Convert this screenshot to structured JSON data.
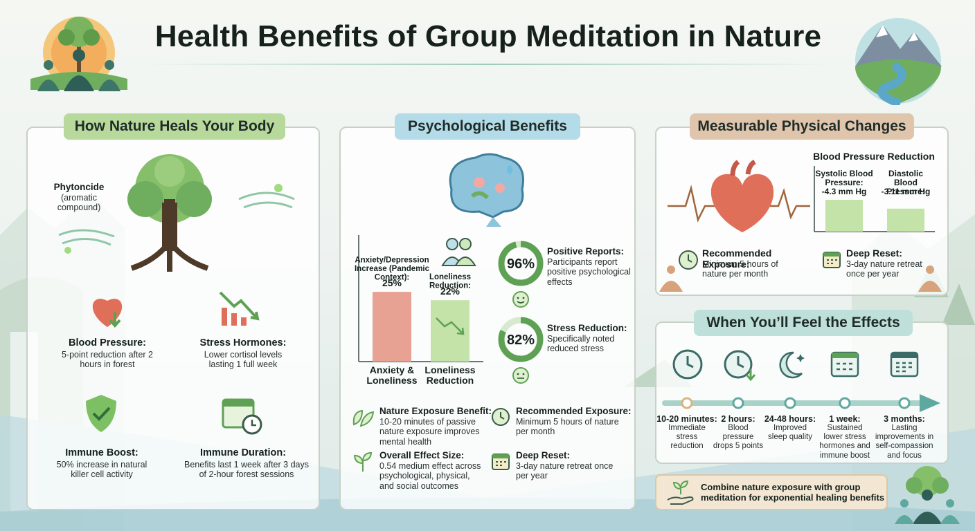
{
  "header": {
    "title": "Health Benefits of Group Meditation in Nature"
  },
  "body_panel": {
    "title": "How Nature Heals Your Body",
    "phytoncide": {
      "title": "Phytoncide",
      "desc": "(aromatic compound)"
    },
    "items": [
      {
        "icon": "heart-down-icon",
        "title": "Blood Pressure:",
        "desc": "5-point reduction after 2 hours in forest"
      },
      {
        "icon": "chart-down-icon",
        "title": "Stress Hormones:",
        "desc": "Lower cortisol levels lasting 1 full week"
      },
      {
        "icon": "shield-check-icon",
        "title": "Immune Boost:",
        "desc": "50% increase in natural killer cell activity"
      },
      {
        "icon": "calendar-clock-icon",
        "title": "Immune Duration:",
        "desc": "Benefits last 1 week after 3 days of 2-hour forest sessions"
      }
    ]
  },
  "psych_panel": {
    "title": "Psychological Benefits",
    "chart_data": {
      "type": "bar",
      "categories": [
        "Anxiety & Loneliness",
        "Loneliness Reduction"
      ],
      "values": [
        25,
        22
      ],
      "value_labels": [
        "25%",
        "22%"
      ],
      "bar_titles": [
        "Anxiety/Depression Increase (Pandemic Context):",
        "Loneliness Reduction:"
      ],
      "colors": [
        "#e8a293",
        "#c3e3a8"
      ],
      "ylim": [
        0,
        32
      ]
    },
    "rings": [
      {
        "value": 96,
        "label": "96%",
        "title": "Positive Reports:",
        "desc": "Participants report positive psychological effects",
        "face": "smile-icon"
      },
      {
        "value": 82,
        "label": "82%",
        "title": "Stress Reduction:",
        "desc": "Specifically noted reduced stress",
        "face": "neutral-face-icon"
      }
    ],
    "facts": [
      {
        "icon": "leaves-icon",
        "title": "Nature Exposure Benefit:",
        "desc": "10-20 minutes of passive nature exposure improves mental health"
      },
      {
        "icon": "clock-icon",
        "title": "Recommended Exposure:",
        "desc": "Minimum 5 hours of nature per month"
      },
      {
        "icon": "sprout-icon",
        "title": "Overall Effect Size:",
        "desc": "0.54 medium effect across psychological, physical, and social outcomes"
      },
      {
        "icon": "calendar-icon",
        "title": "Deep Reset:",
        "desc": "3-day nature retreat once per year"
      }
    ]
  },
  "physical_panel": {
    "title": "Measurable Physical Changes",
    "chart_data": {
      "type": "bar",
      "title": "Blood Pressure Reduction",
      "categories": [
        "Systolic Blood Pressure:",
        "Diastolic Blood Pressure:"
      ],
      "values": [
        -4.3,
        -3.11
      ],
      "value_labels": [
        "-4.3 mm Hg",
        "-3.11 mm Hg"
      ],
      "unit": "mm Hg",
      "colors": [
        "#c3e3a8",
        "#c3e3a8"
      ]
    },
    "exposure": {
      "title": "Recommended Exposure:",
      "desc": "Minimum 5 hours of nature per month"
    },
    "reset": {
      "title": "Deep Reset:",
      "desc": "3-day nature retreat once per year"
    }
  },
  "timeline_panel": {
    "title": "When You’ll Feel the Effects",
    "steps": [
      {
        "icon": "clock-icon",
        "time": "10-20 minutes:",
        "desc": "Immediate stress reduction"
      },
      {
        "icon": "clock-arrow-icon",
        "time": "2 hours:",
        "desc": "Blood pressure drops 5 points"
      },
      {
        "icon": "moon-stars-icon",
        "time": "24-48 hours:",
        "desc": "Improved sleep quality"
      },
      {
        "icon": "calendar-icon",
        "time": "1 week:",
        "desc": "Sustained lower stress hormones and immune boost"
      },
      {
        "icon": "calendar-grid-icon",
        "time": "3 months:",
        "desc": "Lasting improvements in self-compassion and focus"
      }
    ],
    "callout": "Combine nature exposure with group meditation for exponential healing benefits"
  },
  "colors": {
    "green": "#5fa154",
    "teal": "#5fa8a0",
    "coral": "#e06f5a",
    "dark": "#3a5b4a"
  }
}
